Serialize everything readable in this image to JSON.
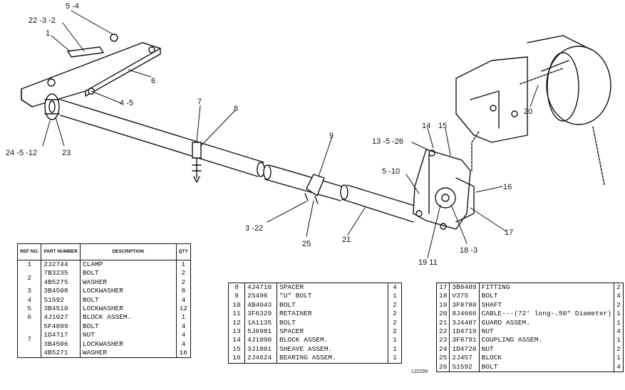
{
  "callouts": [
    {
      "id": "c-5-4",
      "text": "5 -4"
    },
    {
      "id": "c-22-3-2",
      "text": "22  -3 -2"
    },
    {
      "id": "c-1",
      "text": "1"
    },
    {
      "id": "c-6",
      "text": "6"
    },
    {
      "id": "c-4-5",
      "text": "4 -5"
    },
    {
      "id": "c-24-5-12",
      "text": "24 -5 -12"
    },
    {
      "id": "c-23",
      "text": "23"
    },
    {
      "id": "c-7",
      "text": "7"
    },
    {
      "id": "c-8",
      "text": "8"
    },
    {
      "id": "c-9",
      "text": "9"
    },
    {
      "id": "c-3-22",
      "text": "3 -22"
    },
    {
      "id": "c-25",
      "text": "25"
    },
    {
      "id": "c-21",
      "text": "21"
    },
    {
      "id": "c-13-5-26",
      "text": "13 -5 -26"
    },
    {
      "id": "c-14",
      "text": "14"
    },
    {
      "id": "c-15",
      "text": "15"
    },
    {
      "id": "c-5-10",
      "text": "5 -10"
    },
    {
      "id": "c-16",
      "text": "16"
    },
    {
      "id": "c-17",
      "text": "17"
    },
    {
      "id": "c-18-3",
      "text": "18 -3"
    },
    {
      "id": "c-19-11",
      "text": "19  11"
    },
    {
      "id": "c-20",
      "text": "20"
    }
  ],
  "table1": {
    "headers": [
      "REF NO.",
      "PART NUMBER",
      "DESCRIPTION",
      "QTY"
    ],
    "rows": [
      {
        "ref": "1",
        "pn": "2J2744",
        "desc": "CLAMP",
        "qty": "1"
      },
      {
        "ref": "2",
        "pn": "7B3235",
        "desc": "BOLT",
        "qty": "2"
      },
      {
        "ref": "",
        "pn": "4B5275",
        "desc": "WASHER",
        "qty": "2"
      },
      {
        "ref": "3",
        "pn": "3B4508",
        "desc": "LOCKWASHER",
        "qty": "8"
      },
      {
        "ref": "4",
        "pn": "S1592",
        "desc": "BOLT",
        "qty": "4"
      },
      {
        "ref": "5",
        "pn": "3B4510",
        "desc": "LOCKWASHER",
        "qty": "12"
      },
      {
        "ref": "6",
        "pn": "4J1027",
        "desc": "BLOCK ASSEM.",
        "qty": "1"
      },
      {
        "ref": "7",
        "pn": "5F4899",
        "desc": "BOLT",
        "qty": "4"
      },
      {
        "ref": "",
        "pn": "1D4717",
        "desc": "NUT",
        "qty": "4"
      },
      {
        "ref": "",
        "pn": "3B4506",
        "desc": "LOCKWASHER",
        "qty": "4"
      },
      {
        "ref": "",
        "pn": "4B5271",
        "desc": "WASHER",
        "qty": "16"
      }
    ]
  },
  "table2": {
    "rows": [
      {
        "ref": "8",
        "pn": "4J4710",
        "desc": "SPACER",
        "qty": "4"
      },
      {
        "ref": "9",
        "pn": "2S496",
        "desc": "\"U\" BOLT",
        "qty": "1"
      },
      {
        "ref": "10",
        "pn": "4B4043",
        "desc": "BOLT",
        "qty": "2"
      },
      {
        "ref": "11",
        "pn": "3F6329",
        "desc": "RETAINER",
        "qty": "2"
      },
      {
        "ref": "12",
        "pn": "1A1135",
        "desc": "BOLT",
        "qty": "2"
      },
      {
        "ref": "13",
        "pn": "5J6981",
        "desc": "SPACER",
        "qty": "2"
      },
      {
        "ref": "14",
        "pn": "4J1090",
        "desc": "BLOCK ASSEM.",
        "qty": "1"
      },
      {
        "ref": "15",
        "pn": "3J1881",
        "desc": "SHEAVE ASSEM.",
        "qty": "1"
      },
      {
        "ref": "16",
        "pn": "2J4624",
        "desc": "BEARING ASSEM.",
        "qty": "1"
      }
    ]
  },
  "table3": {
    "rows": [
      {
        "ref": "17",
        "pn": "3B8489",
        "desc": "FITTING",
        "qty": "2"
      },
      {
        "ref": "18",
        "pn": "V375",
        "desc": "BOLT",
        "qty": "4"
      },
      {
        "ref": "19",
        "pn": "3F8788",
        "desc": "SHAFT",
        "qty": "2"
      },
      {
        "ref": "20",
        "pn": "8J4666",
        "desc": "CABLE---(72' long-.50\" Diameter)",
        "qty": "1"
      },
      {
        "ref": "21",
        "pn": "3J4487",
        "desc": "GUARD ASSEM.",
        "qty": "1"
      },
      {
        "ref": "22",
        "pn": "1D4719",
        "desc": "NUT",
        "qty": "4"
      },
      {
        "ref": "23",
        "pn": "3F8791",
        "desc": "COUPLING ASSEM.",
        "qty": "1"
      },
      {
        "ref": "24",
        "pn": "1D4720",
        "desc": "NUT",
        "qty": "2"
      },
      {
        "ref": "25",
        "pn": "2J457",
        "desc": "BLOCK",
        "qty": "1"
      },
      {
        "ref": "26",
        "pn": "S1592",
        "desc": "BOLT",
        "qty": "4"
      }
    ]
  },
  "drawing_number": "1J2299"
}
